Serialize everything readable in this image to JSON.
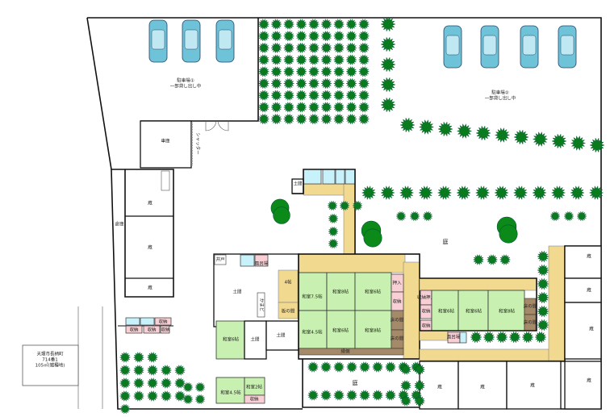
{
  "parking1": {
    "name": "駐車場①",
    "note": "一部貸し出し中"
  },
  "parking2": {
    "name": "駐車場②",
    "note": "一部貸し出し中"
  },
  "garage": {
    "name": "車庫",
    "shutter": "シャッター"
  },
  "storage": {
    "shed": "倉庫",
    "kura": "蔵"
  },
  "west_wing": {
    "well": "井戸",
    "bath": "風呂場",
    "doma": "土間",
    "kamado": "かまど",
    "washitsu6": "和室6帖",
    "room4": "4帖",
    "itanoma": "板の間"
  },
  "main_rooms": {
    "r1": "和室7.5帖",
    "r2": "和室8帖",
    "r3": "和室6帖",
    "r4": "和室4.5帖",
    "r5": "和室6帖",
    "r6": "和室8帖",
    "oshiire": "押入",
    "shuno": "収納",
    "tokonoma": "床の間",
    "engawa": "縁側"
  },
  "north_annex": {
    "doma": "土間"
  },
  "east_wing": {
    "shuno": "収納",
    "r1": "和室6帖",
    "r2": "和室6帖",
    "r3": "和室8帖",
    "tokonoma": "床の間",
    "bath": "風呂場",
    "oshiire": "収納押入"
  },
  "south_annex": {
    "r1": "和室4.5帖",
    "r2": "和室2帖",
    "shuno": "収納"
  },
  "garden": "庭",
  "small_block": {
    "shuno": "収納"
  },
  "address": {
    "line1": "天理市長柄町",
    "line2": "714番1",
    "line3": "105㎡(雑種地)"
  },
  "colors": {
    "tatami": "#c8f0b0",
    "wood_floor": "#f1d98f",
    "closet": "#f7cfd4",
    "water": "#c8f2fb",
    "tree": "#0a7a1e",
    "car": "#6fc3d8"
  }
}
